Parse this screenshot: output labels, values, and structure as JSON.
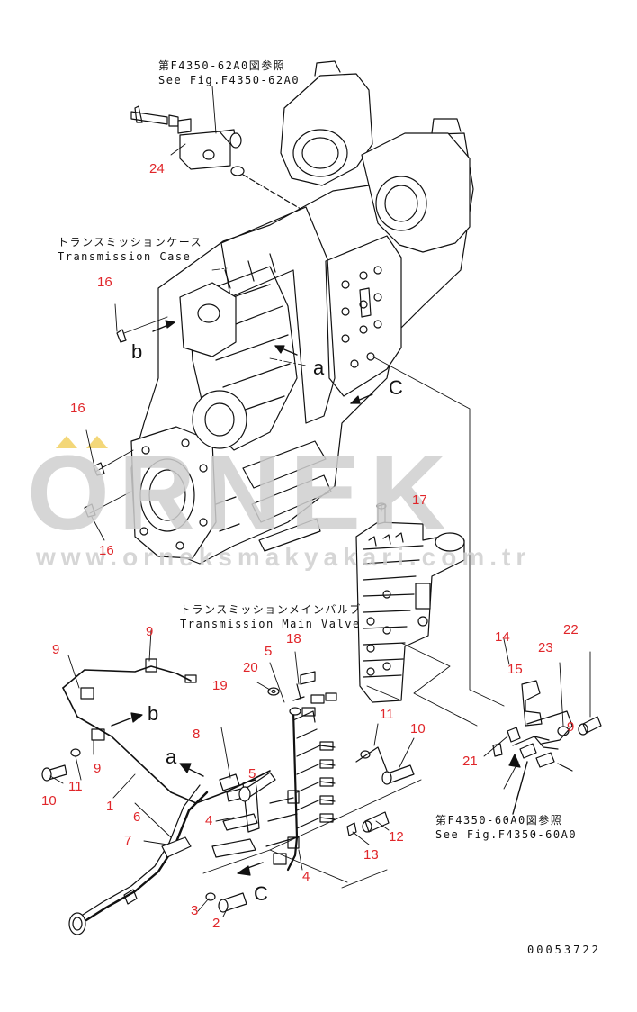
{
  "watermark": {
    "brand": "ORNEK",
    "url": "www.orneksmakyakari.com.tr"
  },
  "references": {
    "top_jp": "第F4350-62A0図参照",
    "top_en": "See Fig.F4350-62A0",
    "case_jp": "トランスミッションケース",
    "case_en": "Transmission Case",
    "valve_jp": "トランスミッションメインバルブ",
    "valve_en": "Transmission Main Valve",
    "bottom_jp": "第F4350-60A0図参照",
    "bottom_en": "See Fig.F4350-60A0"
  },
  "view_letters": {
    "a_upper": "a",
    "b_upper": "b",
    "c_upper": "C",
    "a_lower": "a",
    "b_lower": "b",
    "c_lower": "C"
  },
  "part_numbers": {
    "n24": "24",
    "n16a": "16",
    "n16b": "16",
    "n16c": "16",
    "n17": "17",
    "n9a": "9",
    "n9b": "9",
    "n9c": "9",
    "n9d": "9",
    "n5a": "5",
    "n5b": "5",
    "n18": "18",
    "n20": "20",
    "n19": "19",
    "n8": "8",
    "n11a": "11",
    "n11b": "11",
    "n10a": "10",
    "n10b": "10",
    "n1": "1",
    "n6": "6",
    "n7": "7",
    "n4a": "4",
    "n4b": "4",
    "n3": "3",
    "n2": "2",
    "n13": "13",
    "n12": "12",
    "n14": "14",
    "n15": "15",
    "n23": "23",
    "n22": "22",
    "n21": "21"
  },
  "drawing_code": "00053722",
  "colors": {
    "callout": "#e0262a",
    "line": "#111111",
    "watermark": "#cfcfcf",
    "watermark_accent": "#f2d36b"
  }
}
